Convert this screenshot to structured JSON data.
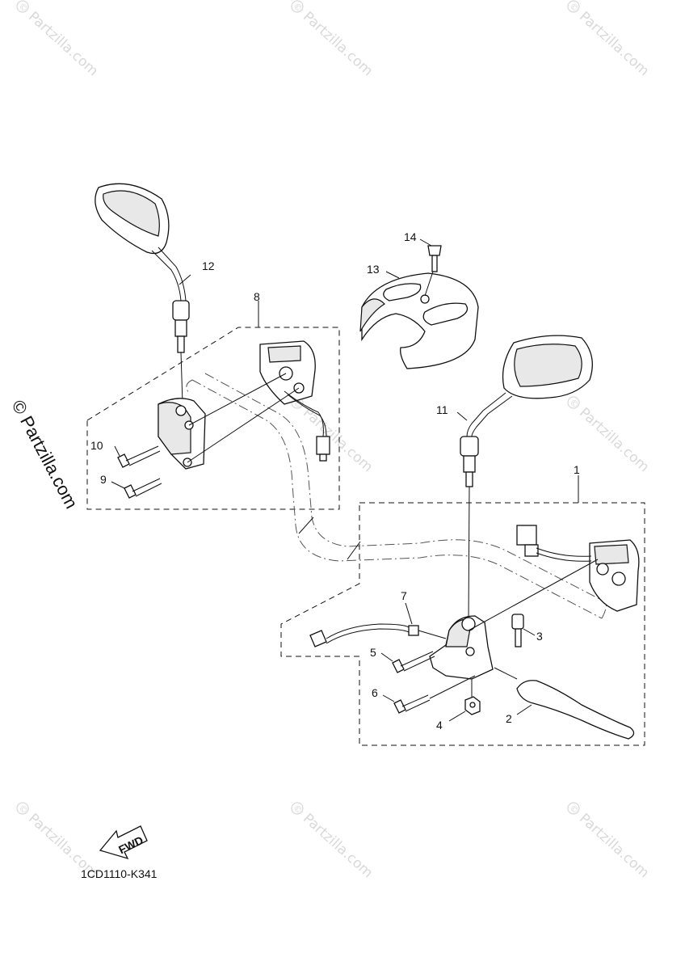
{
  "diagram": {
    "callouts": {
      "c1": "1",
      "c2": "2",
      "c3": "3",
      "c4": "4",
      "c5": "5",
      "c6": "6",
      "c7": "7",
      "c8": "8",
      "c9": "9",
      "c10": "10",
      "c11": "11",
      "c12": "12",
      "c13": "13",
      "c14": "14"
    },
    "fwd_label": "FWD",
    "drawing_code": "1CD1110-K341",
    "side_watermark": "© Partzilla.com",
    "watermark_text": "Partzilla.com",
    "watermark_symbol": "©"
  }
}
